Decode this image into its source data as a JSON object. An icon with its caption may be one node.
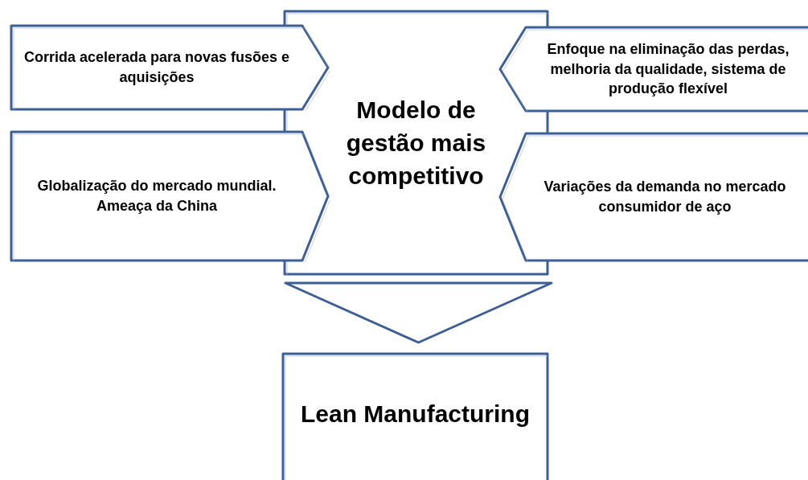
{
  "diagram": {
    "nodes": [
      {
        "text": [
          "Corrida acelerada para novas fusões e aquisições"
        ]
      },
      {
        "text": [
          "Modelo de gestão mais competitivo"
        ]
      },
      {
        "text": [
          "Enfoque na eliminação das perdas, melhoria da qualidade, sistema de produção flexível"
        ]
      },
      {
        "text": [
          "Globalização do mercado mundial. Ameaça da China"
        ]
      },
      {
        "text": [
          "Variações da demanda no mercado consumidor de aço"
        ]
      },
      {
        "text": [
          "Lean Manufacturing"
        ]
      }
    ],
    "edges": [
      {
        "from": 1,
        "to": 5,
        "arrow": "to"
      }
    ]
  }
}
